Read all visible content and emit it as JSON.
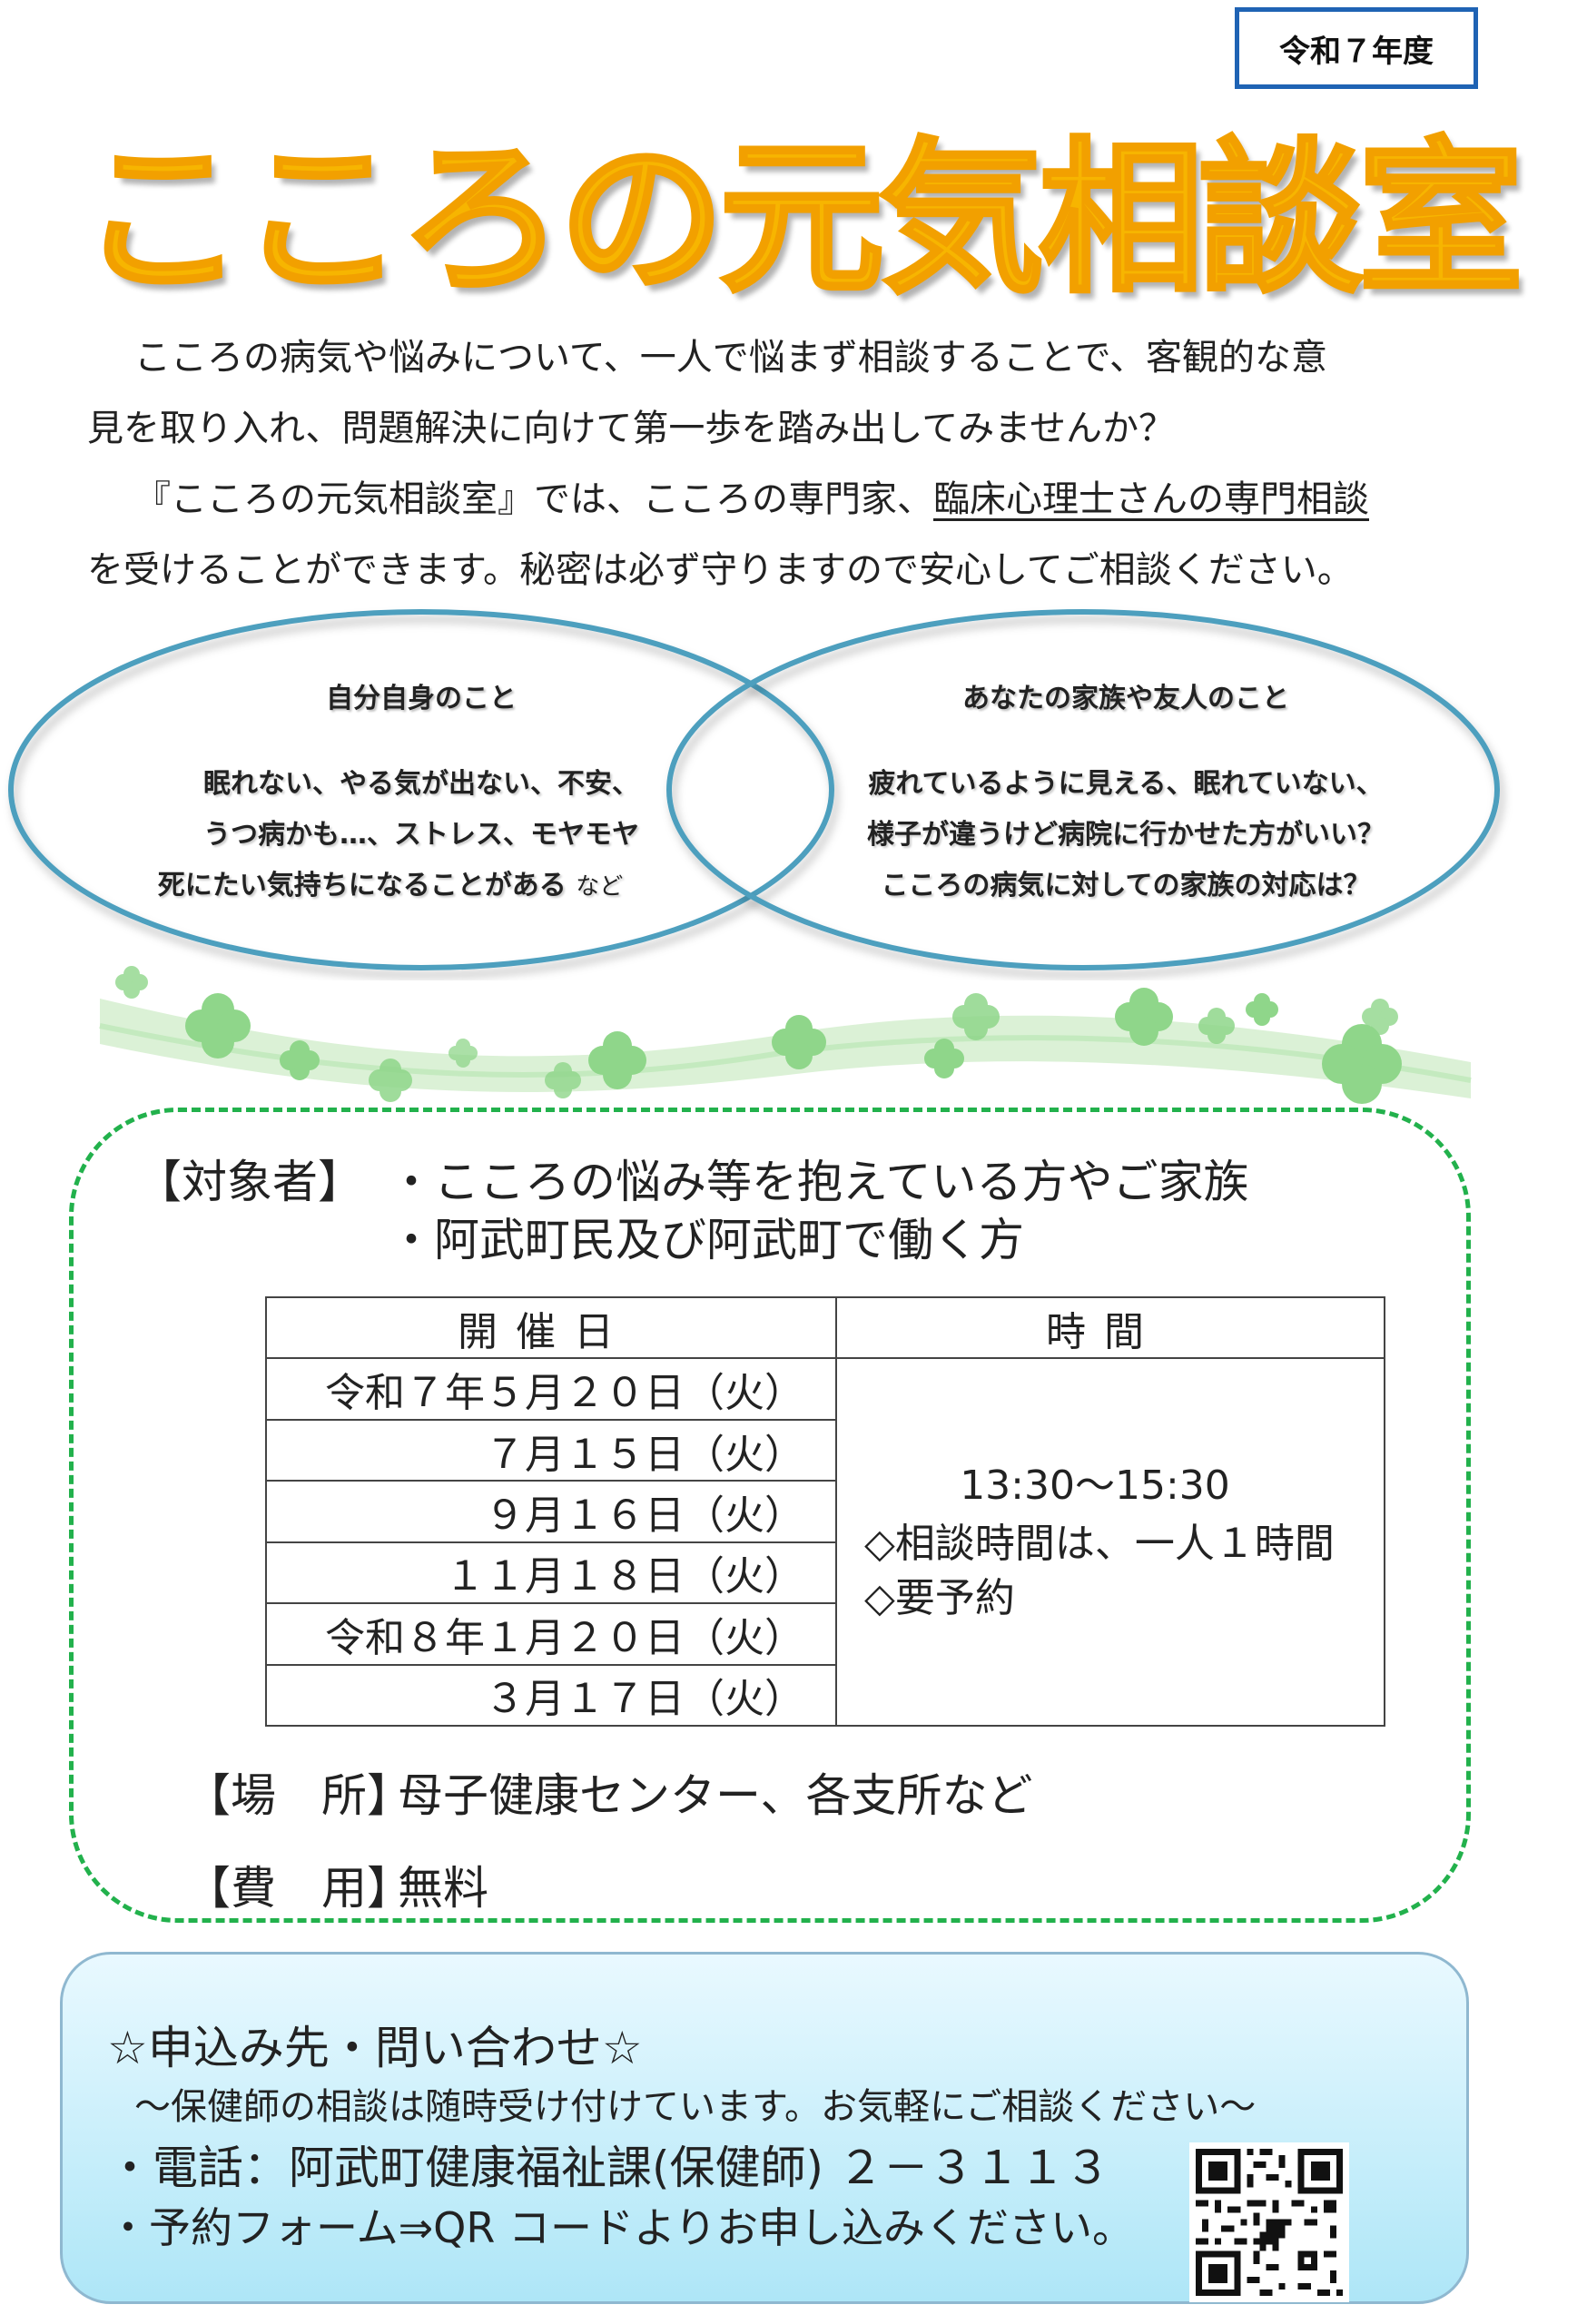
{
  "badge": {
    "fiscal_year": "令和７年度"
  },
  "title": "こころの元気相談室",
  "intro": {
    "line1": "こころの病気や悩みについて、一人で悩まず相談することで、客観的な意",
    "line2": "見を取り入れ、問題解決に向けて第一歩を踏み出してみませんか？",
    "line3_pre": "『こころの元気相談室』では、こころの専門家、",
    "line3_underlined": "臨床心理士さんの専門相談",
    "line4": "を受けることができます。秘密は必ず守りますので安心してご相談ください。"
  },
  "venn": {
    "left": {
      "title": "自分自身のこと",
      "lines": [
        "眠れない、やる気が出ない、不安、",
        "うつ病かも…、ストレス、モヤモヤ",
        "死にたい気持ちになることがある"
      ],
      "suffix": "など"
    },
    "right": {
      "title": "あなたの家族や友人のこと",
      "lines": [
        "疲れているように見える、眠れていない、",
        "様子が違うけど病院に行かせた方がいい？",
        "こころの病気に対しての家族の対応は？"
      ]
    }
  },
  "target": {
    "label": "【対象者】",
    "items": [
      "・こころの悩み等を抱えている方やご家族",
      "・阿武町民及び阿武町で働く方"
    ]
  },
  "schedule": {
    "header_date": "開催日",
    "header_time": "時間",
    "dates": [
      "令和７年５月２０日（火）",
      "７月１５日（火）",
      "９月１６日（火）",
      "１１月１８日（火）",
      "令和８年１月２０日（火）",
      "３月１７日（火）"
    ],
    "time": "13:30～15:30",
    "notes": [
      "◇相談時間は、一人１時間",
      "◇要予約"
    ]
  },
  "venue": {
    "label": "【場　所】",
    "value": "母子健康センター、各支所など"
  },
  "fee": {
    "label": "【費　用】",
    "value": "無料"
  },
  "contact": {
    "heading": "☆申込み先・問い合わせ☆",
    "note": "～保健師の相談は随時受け付けています。お気軽にご相談ください～",
    "phone": "・電話：阿武町健康福祉課(保健師) ２－３１１３",
    "form": "・予約フォーム⇒QR コードよりお申し込みください。"
  },
  "colors": {
    "title": "#f7b500",
    "badge_border": "#1f63b4",
    "venn_stroke": "#4e9fbe",
    "dashed_border": "#22b14c",
    "clover": "#8fd68a",
    "contact_bg": "#aee6f7"
  }
}
